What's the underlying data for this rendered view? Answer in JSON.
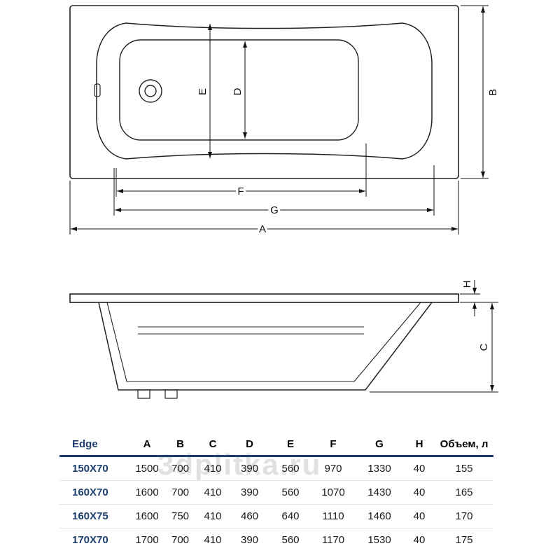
{
  "diagram": {
    "top_view": {
      "labels": {
        "a": "A",
        "b": "B",
        "d": "D",
        "e": "E",
        "f": "F",
        "g": "G"
      }
    },
    "side_view": {
      "labels": {
        "c": "C",
        "h": "H"
      }
    }
  },
  "table": {
    "header": {
      "model": "Edge",
      "cols": [
        "A",
        "B",
        "C",
        "D",
        "E",
        "F",
        "G",
        "H",
        "Объем, л"
      ]
    },
    "rows": [
      {
        "model": "150X70",
        "values": [
          "1500",
          "700",
          "410",
          "390",
          "560",
          "970",
          "1330",
          "40",
          "155"
        ]
      },
      {
        "model": "160X70",
        "values": [
          "1600",
          "700",
          "410",
          "390",
          "560",
          "1070",
          "1430",
          "40",
          "165"
        ]
      },
      {
        "model": "160X75",
        "values": [
          "1600",
          "750",
          "410",
          "460",
          "640",
          "1110",
          "1460",
          "40",
          "170"
        ]
      },
      {
        "model": "170X70",
        "values": [
          "1700",
          "700",
          "410",
          "390",
          "560",
          "1170",
          "1530",
          "40",
          "175"
        ]
      }
    ]
  },
  "watermark": "3dplitka.ru",
  "colors": {
    "accent": "#1c3f6e",
    "line": "#1a1a1a",
    "watermark": "#c9c9c9"
  }
}
